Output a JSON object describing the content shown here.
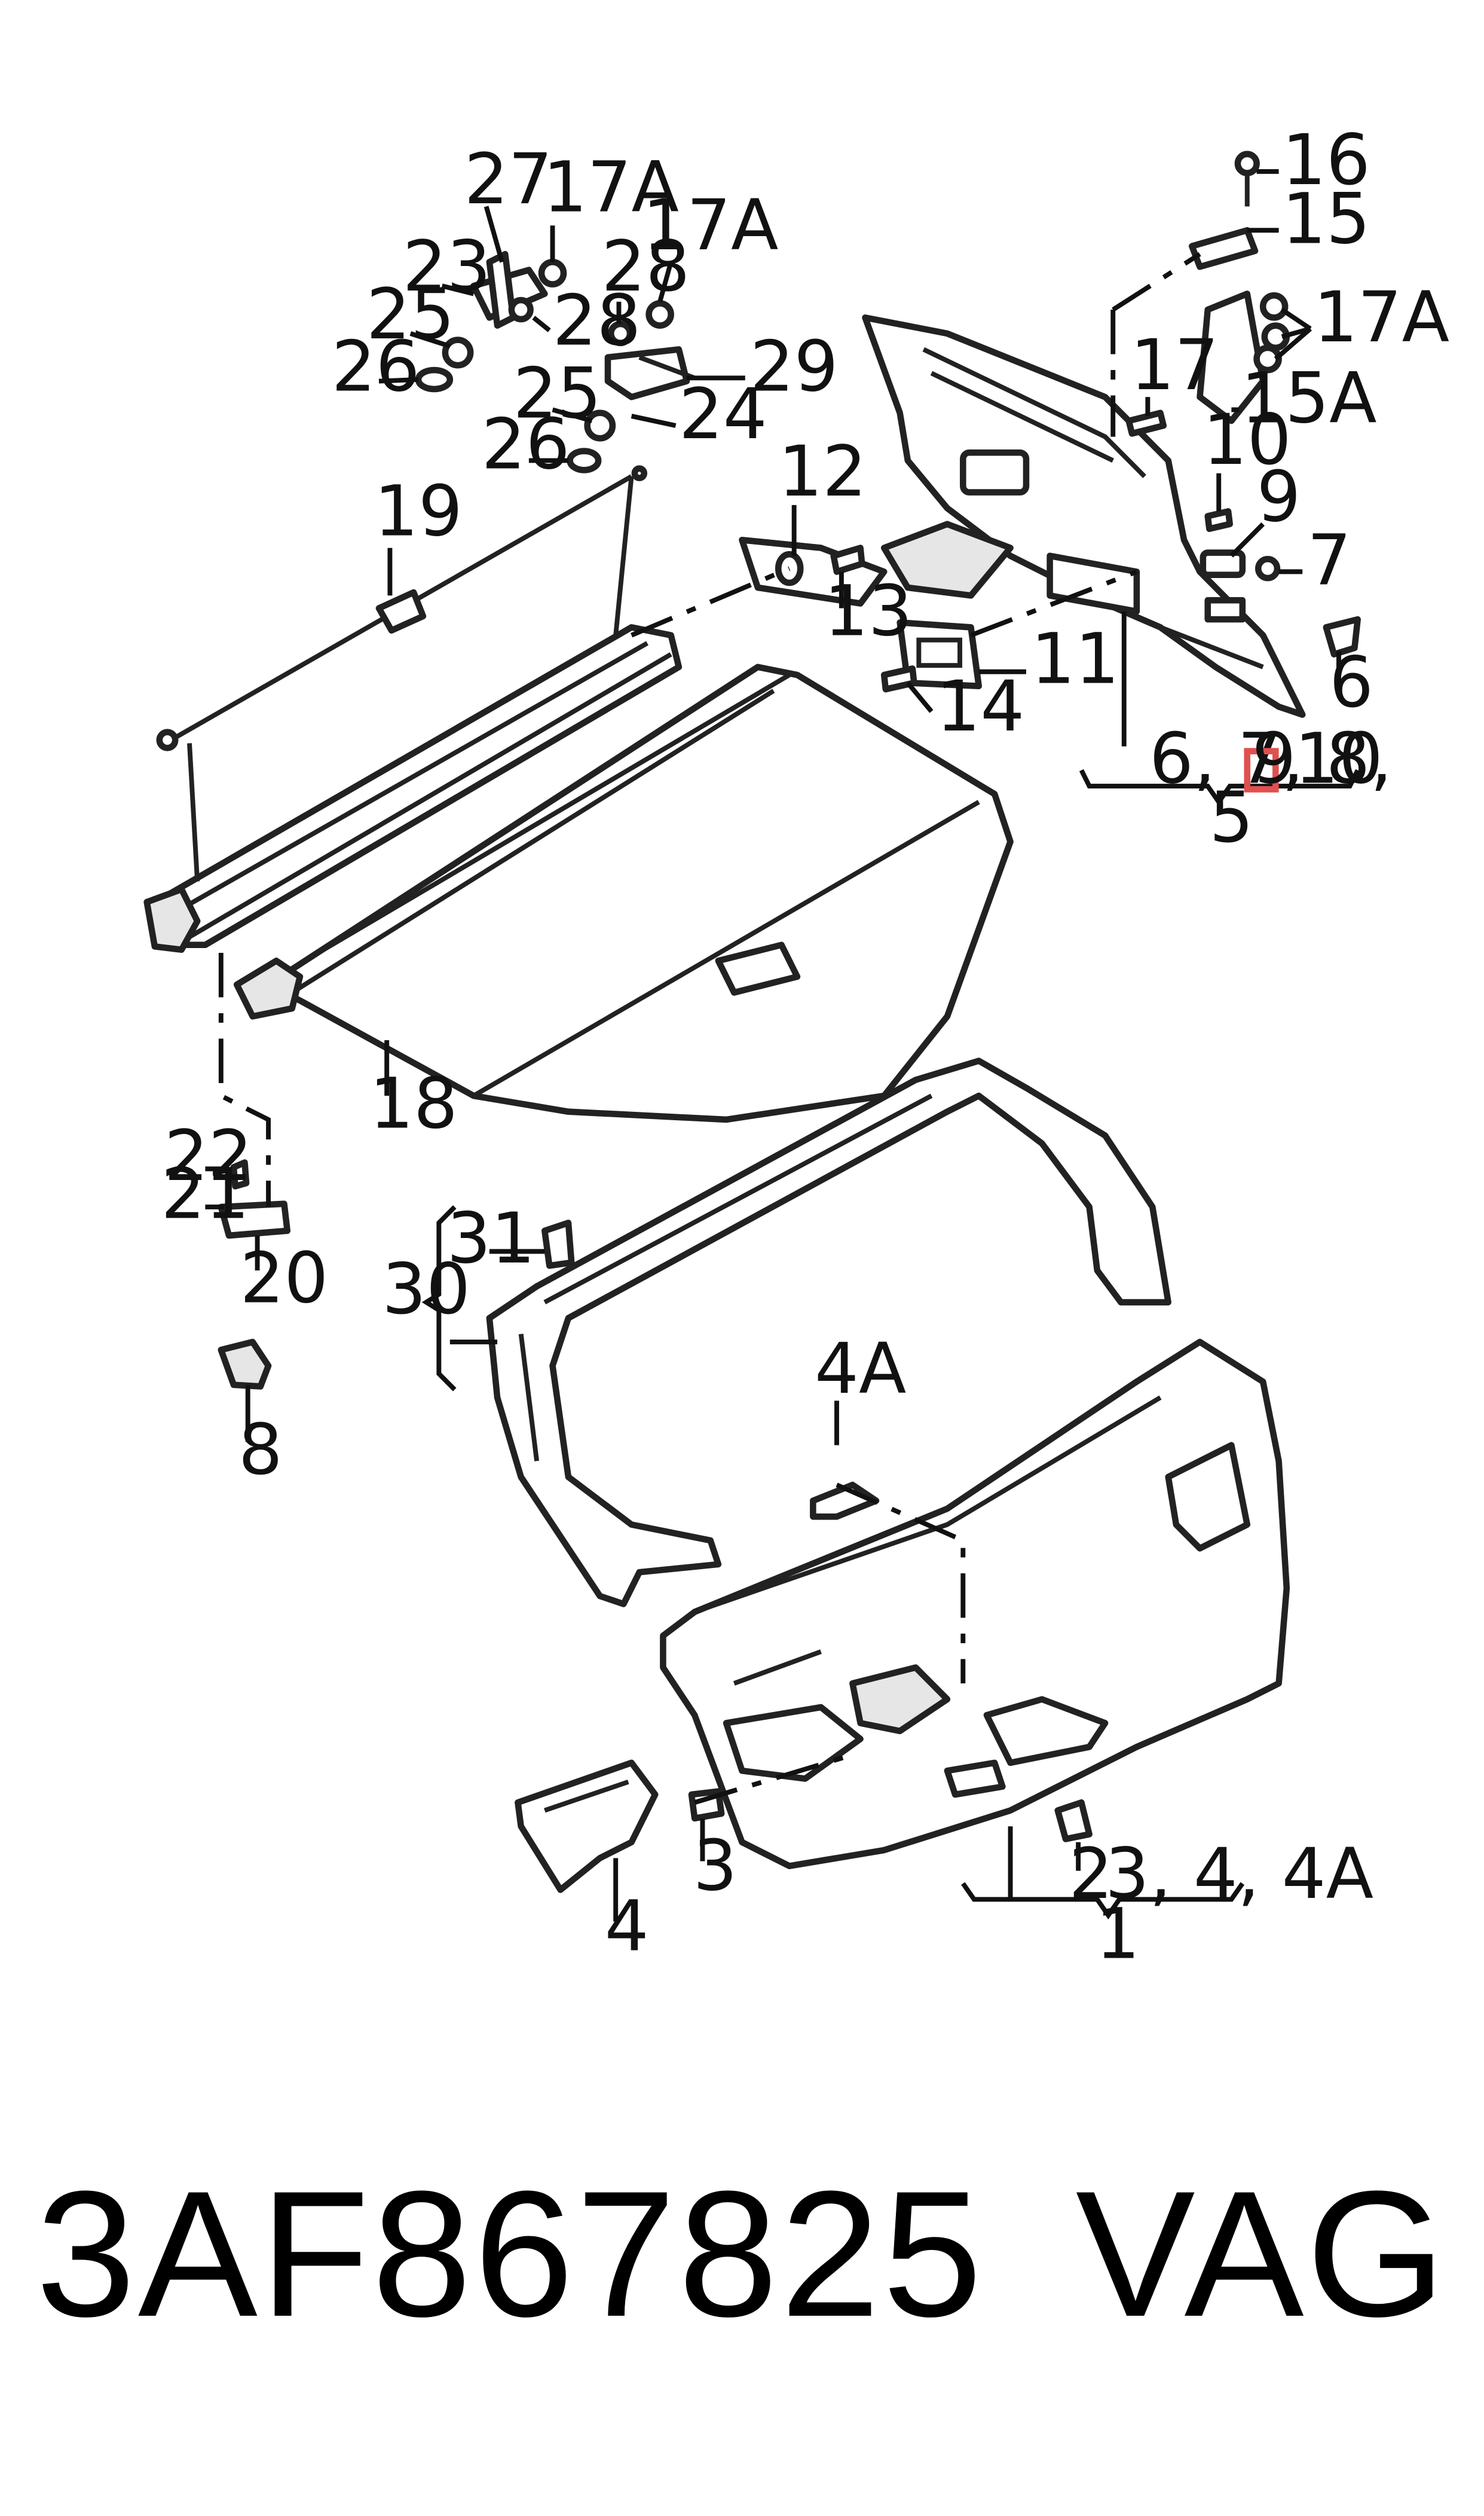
{
  "callouts": {
    "c16": "16",
    "c15": "15",
    "c17A_right": "17A",
    "c17_right": "17",
    "c15A": "15A",
    "c10": "10",
    "c9": "9",
    "c7": "7",
    "c6": "6",
    "c5_group": "6, 7, 8,",
    "c5_highlight": "9",
    "c5_group_end": "10",
    "c5": "5",
    "c27": "27",
    "c17A_left": "17A",
    "c17A_mid": "17A",
    "c23": "23",
    "c28_a": "28",
    "c25_a": "25",
    "c26_a": "26",
    "c28_b": "28",
    "c29": "29",
    "c25_b": "25",
    "c24": "24",
    "c26_b": "26",
    "c12": "12",
    "c13": "13",
    "c11": "11",
    "c14": "14",
    "c19": "19",
    "c18": "18",
    "c22": "22",
    "c21": "21",
    "c20": "20",
    "c8": "8",
    "c31": "31",
    "c30": "30",
    "c4A": "4A",
    "c2": "2",
    "c1_group": "3, 4, 4A",
    "c1": "1",
    "c3": "3",
    "c4": "4"
  },
  "footer": {
    "part_number": "3AF867825",
    "brand": "VAG"
  },
  "colors": {
    "line": "#222222",
    "highlight": "#e05050",
    "background": "#ffffff"
  }
}
